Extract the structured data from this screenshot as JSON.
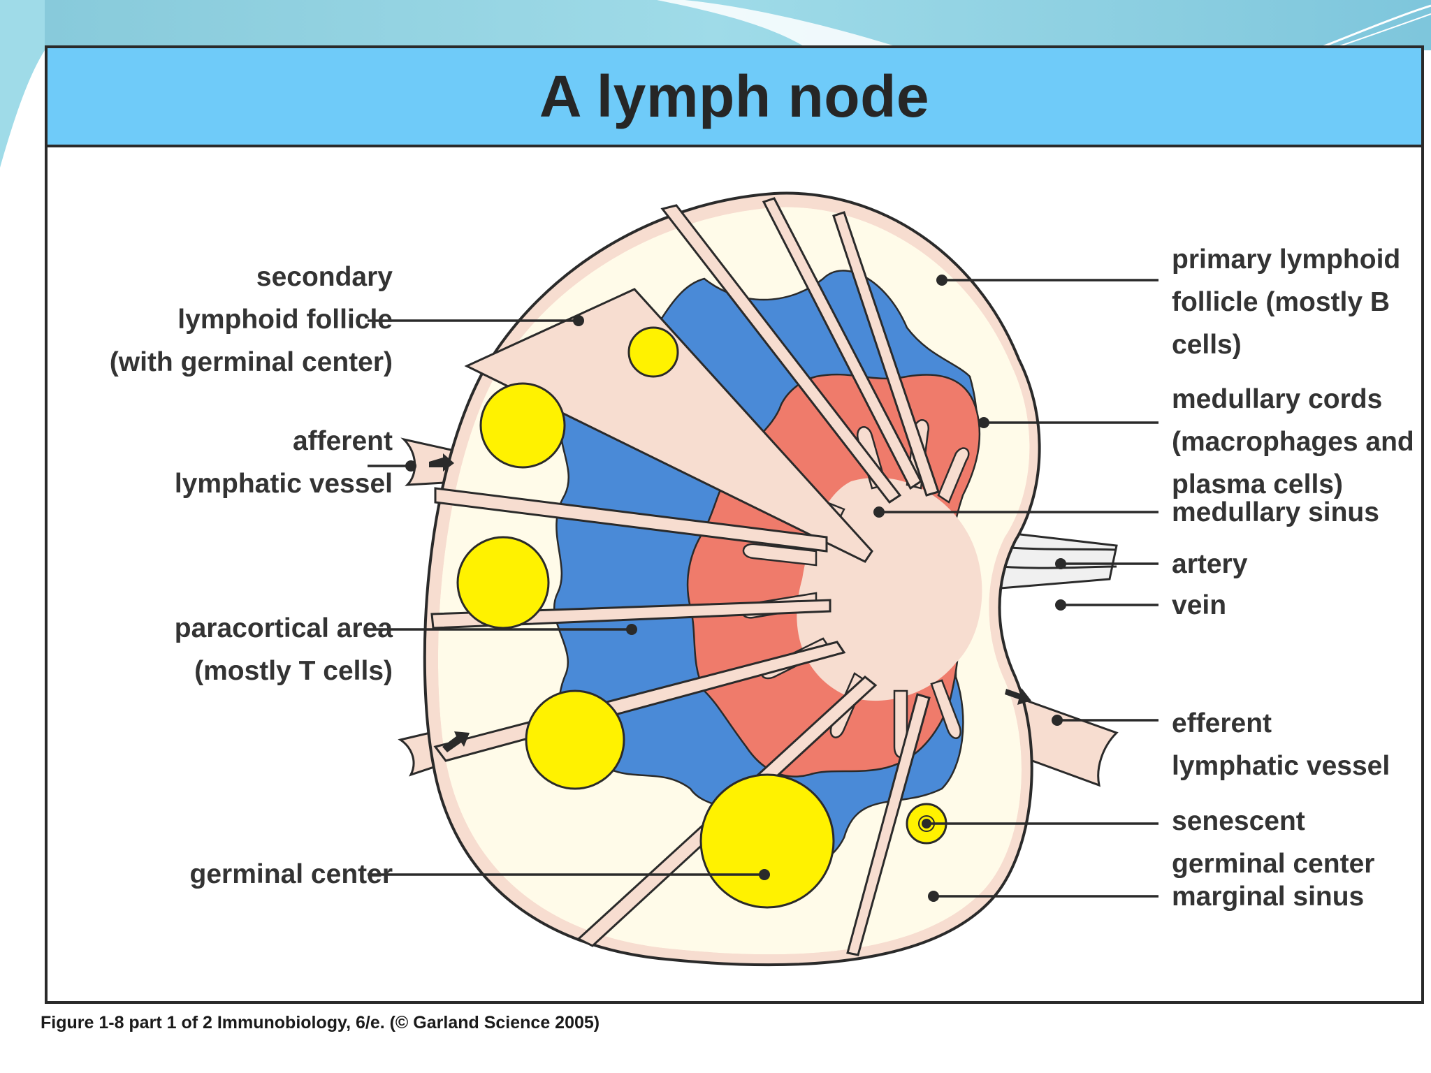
{
  "slide": {
    "title": "A lymph node",
    "caption": "Figure 1-8 part 1 of 2  Immunobiology, 6/e. (© Garland Science 2005)"
  },
  "labels_left": {
    "secondary_follicle": [
      "secondary",
      "lymphoid follicle",
      "(with germinal center)"
    ],
    "afferent_vessel": [
      "afferent",
      "lymphatic vessel"
    ],
    "paracortical_area": [
      "paracortical area",
      "(mostly T cells)"
    ],
    "germinal_center": [
      "germinal center"
    ]
  },
  "labels_right": {
    "primary_follicle": [
      "primary lymphoid",
      "follicle (mostly B",
      "cells)"
    ],
    "medullary_cords": [
      "medullary cords",
      "(macrophages and",
      "plasma cells)"
    ],
    "medullary_sinus": [
      "medullary sinus"
    ],
    "artery": [
      "artery"
    ],
    "vein": [
      "vein"
    ],
    "efferent_vessel": [
      "efferent",
      "lymphatic vessel"
    ],
    "senescent_gc": [
      "senescent",
      "germinal center"
    ],
    "marginal_sinus": [
      "marginal sinus"
    ]
  },
  "colors": {
    "title_bar": "#6fcbf9",
    "capsule": "#f7ddd0",
    "follicle": "#fffbe9",
    "germinal_center": "#fff200",
    "paracortex": "#4a8ad7",
    "medullary_cords": "#ef7b6b",
    "outline": "#2a2a2a",
    "vessels": "#f0f0f0"
  }
}
